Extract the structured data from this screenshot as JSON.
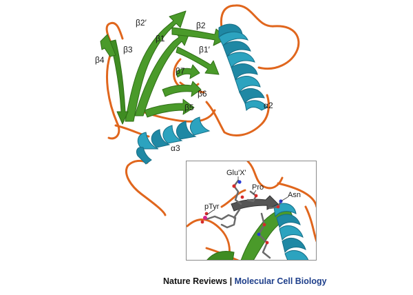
{
  "colors": {
    "strand": "#4a9a2a",
    "strand_dark": "#2f6e16",
    "helix": "#2ca3bf",
    "helix_dark": "#166e86",
    "coil": "#e0661d",
    "inset_border": "#8a8a8a",
    "journal_blue": "#1d3e8a"
  },
  "structure_labels": {
    "beta2prime": "β2′",
    "beta2": "β2",
    "beta1": "β1",
    "beta1prime": "β1′",
    "beta3": "β3",
    "beta4": "β4",
    "beta7": "β7",
    "beta6": "β6",
    "beta5": "β5",
    "alpha2": "α2",
    "alpha3": "α3"
  },
  "inset_labels": {
    "glu": "Glu'X'",
    "pro": "Pro",
    "asn": "Asn",
    "ptyr": "pTyr"
  },
  "footer": {
    "journal": "Nature Reviews",
    "separator": " | ",
    "subject": "Molecular Cell Biology"
  }
}
